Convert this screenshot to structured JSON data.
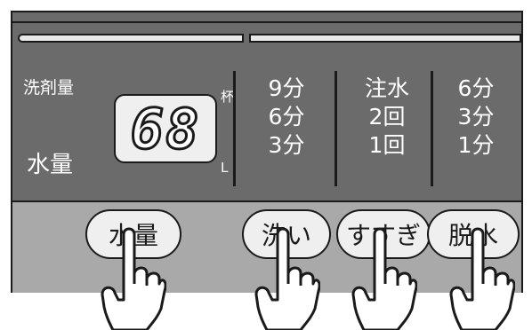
{
  "labels": {
    "detergent": "洗剤量",
    "water": "水量",
    "cup_unit": "杯",
    "liter_unit": "L"
  },
  "display": {
    "value": "68"
  },
  "columns": {
    "wash": [
      "9分",
      "6分",
      "3分"
    ],
    "rinse": [
      "注水",
      "2回",
      "1回"
    ],
    "spin": [
      "6分",
      "3分",
      "1分"
    ]
  },
  "buttons": {
    "water": "水量",
    "wash": "洗い",
    "rinse": "すすぎ",
    "spin": "脱水"
  },
  "icons": [
    "pointing-hand-icon"
  ],
  "colors": {
    "panel": "#6b6b6b",
    "button_area": "#a9a9a9",
    "button_fill": "#efefef",
    "outline": "#1a1a1a"
  }
}
